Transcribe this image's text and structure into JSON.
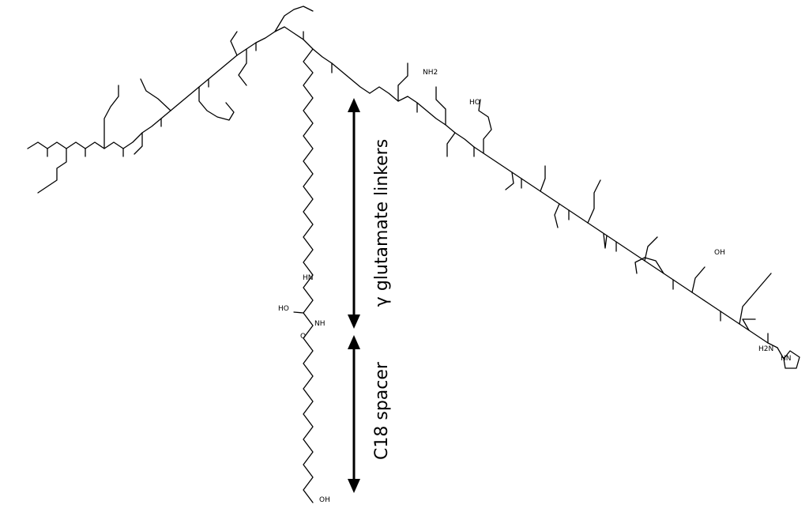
{
  "annotations": {
    "linker_label": "γ glutamate linkers",
    "spacer_label": "C18 spacer"
  },
  "atoms": {
    "n_terminus": "H2N",
    "imidazole": "HN",
    "c18_acid": "OH",
    "glu_acid": "HO",
    "nh": "NH",
    "hn": "HN",
    "oh": "OH",
    "ho": "HO",
    "o": "O",
    "nh2": "NH2"
  },
  "colors": {
    "ink": "#000000",
    "background": "#ffffff"
  }
}
